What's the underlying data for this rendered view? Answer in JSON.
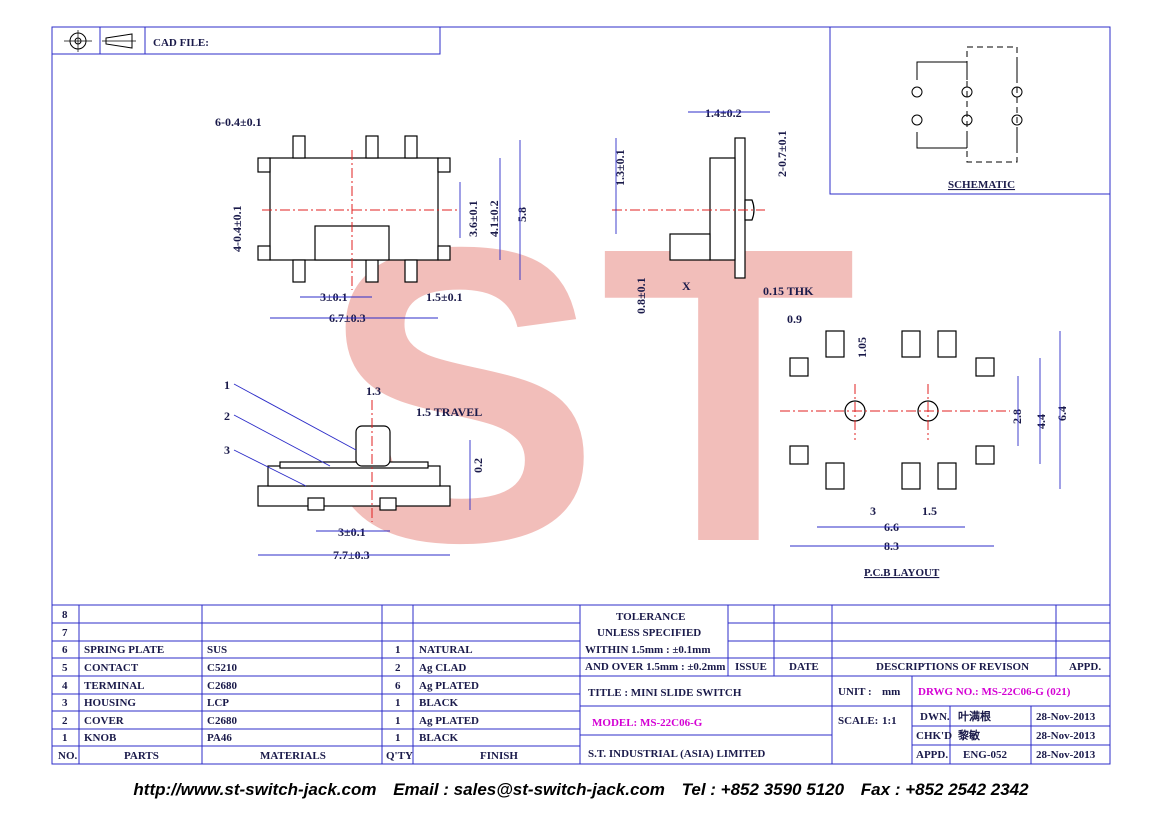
{
  "header": {
    "cad_label": "CAD FILE:"
  },
  "watermark": {
    "text": "ST"
  },
  "schematic": {
    "label": "SCHEMATIC"
  },
  "pcb": {
    "label": "P.C.B LAYOUT"
  },
  "dimensions": {
    "top_view": {
      "pins": "6-0.4±0.1",
      "side_pins": "4-0.4±0.1",
      "h1": "3.6±0.1",
      "h2": "4.1±0.2",
      "h3": "5.8",
      "pitch": "3±0.1",
      "edge": "1.5±0.1",
      "width": "6.7±0.3"
    },
    "side_view": {
      "top": "1.4±0.2",
      "thick": "2-0.7±0.1",
      "h": "1.3±0.1",
      "h2": "0.8±0.1",
      "x": "X",
      "thk": "0.15 THK"
    },
    "front_view": {
      "knob": "1.3",
      "travel": "1.5 TRAVEL",
      "gap": "0.2",
      "pitch": "3±0.1",
      "width": "7.7±0.3",
      "callouts": [
        "1",
        "2",
        "3"
      ]
    },
    "pcb_layout": {
      "pad_w": "0.9",
      "pad_h": "1.05",
      "d1": "2.8",
      "d2": "4.4",
      "d3": "6.4",
      "p1": "3",
      "p2": "1.5",
      "w1": "6.6",
      "w2": "8.3"
    }
  },
  "bom": {
    "empty_rows": [
      "8",
      "7"
    ],
    "rows": [
      {
        "no": "6",
        "part": "SPRING PLATE",
        "material": "SUS",
        "qty": "1",
        "finish": "NATURAL"
      },
      {
        "no": "5",
        "part": "CONTACT",
        "material": "C5210",
        "qty": "2",
        "finish": "Ag CLAD"
      },
      {
        "no": "4",
        "part": "TERMINAL",
        "material": "C2680",
        "qty": "6",
        "finish": "Ag PLATED"
      },
      {
        "no": "3",
        "part": "HOUSING",
        "material": "LCP",
        "qty": "1",
        "finish": "BLACK"
      },
      {
        "no": "2",
        "part": "COVER",
        "material": "C2680",
        "qty": "1",
        "finish": "Ag PLATED"
      },
      {
        "no": "1",
        "part": "KNOB",
        "material": "PA46",
        "qty": "1",
        "finish": "BLACK"
      }
    ],
    "headers": {
      "no": "NO.",
      "parts": "PARTS",
      "materials": "MATERIALS",
      "qty": "Q'TY",
      "finish": "FINISH"
    }
  },
  "title_block": {
    "tolerance_title": "TOLERANCE",
    "tolerance_sub": "UNLESS   SPECIFIED",
    "within": "WITHIN  1.5mm : ±0.1mm",
    "over": "AND OVER 1.5mm : ±0.2mm",
    "issue": "ISSUE",
    "date": "DATE",
    "descriptions": "DESCRIPTIONS  OF  REVISON",
    "appd": "APPD.",
    "title": "TITLE : MINI SLIDE SWITCH",
    "unit_label": "UNIT :",
    "unit_value": "mm",
    "drwg": "DRWG NO.: MS-22C06-G  (021)",
    "model": "MODEL: MS-22C06-G",
    "scale_label": "SCALE:",
    "scale_value": "1:1",
    "dwn": "DWN.",
    "dwn_name": "叶满根",
    "dwn_date": "28-Nov-2013",
    "chkd": "CHK'D",
    "chkd_name": "黎敏",
    "chkd_date": "28-Nov-2013",
    "appd_row": "APPD.",
    "appd_name": "ENG-052",
    "appd_date": "28-Nov-2013",
    "company": "S.T.  INDUSTRIAL  (ASIA)  LIMITED"
  },
  "footer": {
    "website": "http://www.st-switch-jack.com",
    "email": "Email : sales@st-switch-jack.com",
    "tel": "Tel : +852 3590 5120",
    "fax": "Fax : +852 2542 2342"
  },
  "colors": {
    "frame": "#2c2cc8",
    "watermark": "#e88a82",
    "centerline": "#e02020",
    "drwg_text": "#d400d4"
  }
}
